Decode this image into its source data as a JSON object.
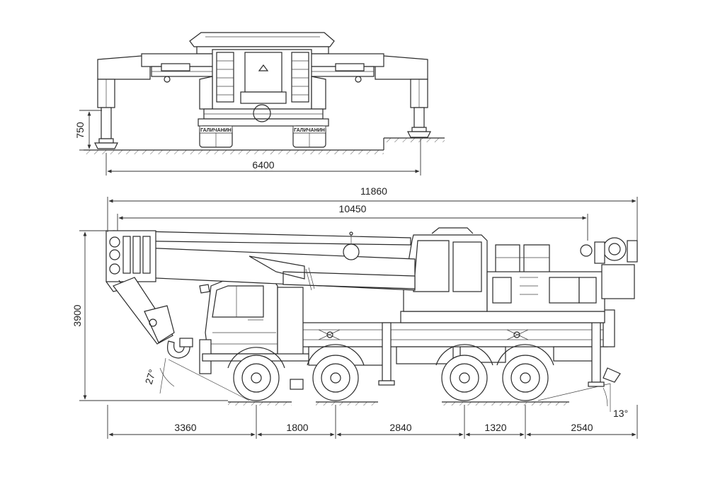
{
  "front_view": {
    "dimensions": {
      "outrigger_height": "750",
      "outrigger_span": "6400"
    },
    "brand_left": "ГАЛИЧАНИН",
    "brand_right": "ГАЛИЧАНИН"
  },
  "side_view": {
    "dimensions": {
      "overall_length": "11860",
      "boom_length": "10450",
      "overall_height": "3900",
      "front_overhang": "3360",
      "wheelbase_1": "1800",
      "wheelbase_2": "2840",
      "wheelbase_3": "1320",
      "rear_overhang": "2540"
    },
    "angles": {
      "approach_angle": "27°",
      "departure_angle": "13°"
    }
  },
  "colors": {
    "line": "#2a2a2a",
    "background": "#ffffff"
  }
}
